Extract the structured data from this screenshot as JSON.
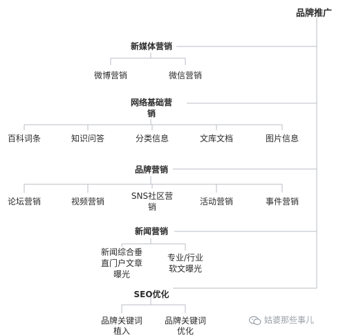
{
  "root": "品牌推广",
  "new_media": {
    "title": "新媒体营销",
    "items": [
      "微博营销",
      "微信营销"
    ]
  },
  "network": {
    "title_1": "网络基础营",
    "title_2": "销",
    "items": [
      "百科词条",
      "知识问答",
      "分类信息",
      "文库文档",
      "图片信息"
    ]
  },
  "brand": {
    "title": "品牌营销",
    "items": [
      "论坛营销",
      "视频营销",
      "SNS社区营",
      "销",
      "活动营销",
      "事件营销"
    ]
  },
  "news": {
    "title": "新闻营销",
    "item1": [
      "新闻综合垂",
      "直门户文章",
      "曝光"
    ],
    "item2": [
      "专业/行业",
      "软文曝光"
    ]
  },
  "seo": {
    "title": "SEO优化",
    "item1": [
      "品牌关键词",
      "植入"
    ],
    "item2": [
      "品牌关键词",
      "优化"
    ]
  },
  "watermark": "姑婆那些事儿",
  "colors": {
    "line": "#b9bdc4",
    "text": "#2b2b2b",
    "watermark": "#9aa1a8"
  }
}
